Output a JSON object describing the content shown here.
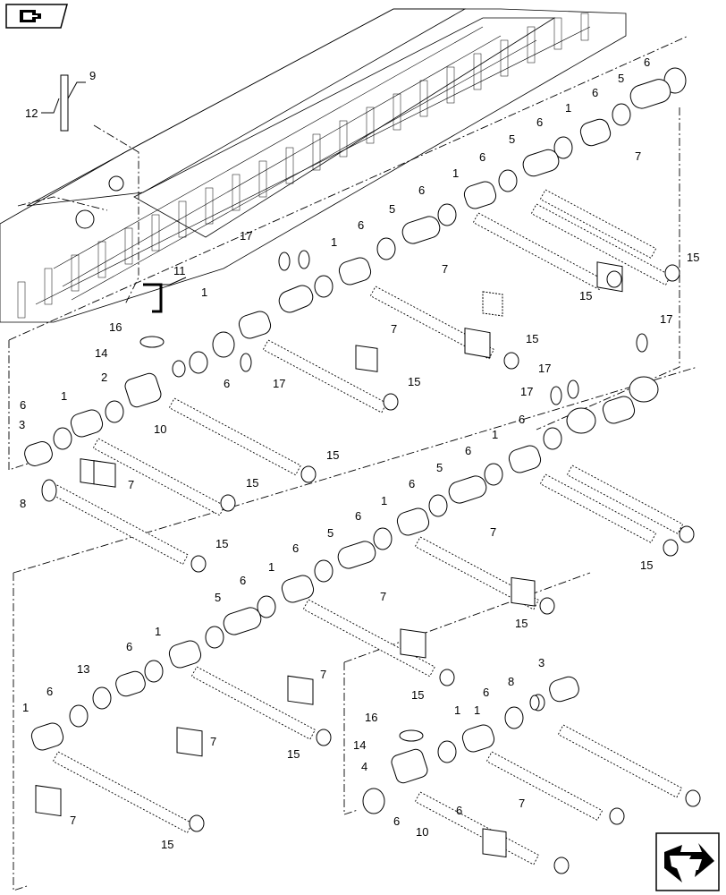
{
  "nav": {
    "top_icon": "book-page-icon",
    "bottom_icon": "next-page-arrow-icon"
  },
  "callouts": [
    {
      "id": "c9",
      "text": "9"
    },
    {
      "id": "c12",
      "text": "12"
    },
    {
      "id": "c11",
      "text": "11"
    },
    {
      "id": "c6a",
      "text": "6"
    },
    {
      "id": "c5a",
      "text": "5"
    },
    {
      "id": "c6b",
      "text": "6"
    },
    {
      "id": "c1a",
      "text": "1"
    },
    {
      "id": "c7a",
      "text": "7"
    },
    {
      "id": "c6c",
      "text": "6"
    },
    {
      "id": "c5b",
      "text": "5"
    },
    {
      "id": "c6d",
      "text": "6"
    },
    {
      "id": "c1b",
      "text": "1"
    },
    {
      "id": "c6e",
      "text": "6"
    },
    {
      "id": "c5c",
      "text": "5"
    },
    {
      "id": "c6f",
      "text": "6"
    },
    {
      "id": "c1c",
      "text": "1"
    },
    {
      "id": "c17a",
      "text": "17"
    },
    {
      "id": "c7b",
      "text": "7"
    },
    {
      "id": "c15a",
      "text": "15"
    },
    {
      "id": "c15b",
      "text": "15"
    },
    {
      "id": "c1d",
      "text": "1"
    },
    {
      "id": "c7c",
      "text": "7"
    },
    {
      "id": "c16a",
      "text": "16"
    },
    {
      "id": "c14a",
      "text": "14"
    },
    {
      "id": "c2",
      "text": "2"
    },
    {
      "id": "c6g",
      "text": "6"
    },
    {
      "id": "c17b",
      "text": "17"
    },
    {
      "id": "c15c",
      "text": "15"
    },
    {
      "id": "c17c",
      "text": "17"
    },
    {
      "id": "c17d",
      "text": "17"
    },
    {
      "id": "c17e",
      "text": "17"
    },
    {
      "id": "c10a",
      "text": "10"
    },
    {
      "id": "c6h",
      "text": "6"
    },
    {
      "id": "c1e",
      "text": "1"
    },
    {
      "id": "c3a",
      "text": "3"
    },
    {
      "id": "c15d",
      "text": "15"
    },
    {
      "id": "c7d",
      "text": "7"
    },
    {
      "id": "c15e",
      "text": "15"
    },
    {
      "id": "c8a",
      "text": "8"
    },
    {
      "id": "c6i",
      "text": "6"
    },
    {
      "id": "c1f",
      "text": "1"
    },
    {
      "id": "c6j",
      "text": "6"
    },
    {
      "id": "c5d",
      "text": "5"
    },
    {
      "id": "c6k",
      "text": "6"
    },
    {
      "id": "c1g",
      "text": "1"
    },
    {
      "id": "c7e",
      "text": "7"
    },
    {
      "id": "c15f",
      "text": "15"
    },
    {
      "id": "c15g",
      "text": "15"
    },
    {
      "id": "c6l",
      "text": "6"
    },
    {
      "id": "c5e",
      "text": "5"
    },
    {
      "id": "c1h",
      "text": "1"
    },
    {
      "id": "c6m",
      "text": "6"
    },
    {
      "id": "c7f",
      "text": "7"
    },
    {
      "id": "c15h",
      "text": "15"
    },
    {
      "id": "c5f",
      "text": "5"
    },
    {
      "id": "c6n",
      "text": "6"
    },
    {
      "id": "c1i",
      "text": "1"
    },
    {
      "id": "c7g",
      "text": "7"
    },
    {
      "id": "c6o",
      "text": "6"
    },
    {
      "id": "c13",
      "text": "13"
    },
    {
      "id": "c1j",
      "text": "1"
    },
    {
      "id": "c15i",
      "text": "15"
    },
    {
      "id": "c6p",
      "text": "6"
    },
    {
      "id": "c7h",
      "text": "7"
    },
    {
      "id": "c15j",
      "text": "15"
    },
    {
      "id": "c1k",
      "text": "1"
    },
    {
      "id": "c6q",
      "text": "6"
    },
    {
      "id": "c7i",
      "text": "7"
    },
    {
      "id": "c15k",
      "text": "15"
    },
    {
      "id": "c3b",
      "text": "3"
    },
    {
      "id": "c8b",
      "text": "8"
    },
    {
      "id": "c6r",
      "text": "6"
    },
    {
      "id": "c1l",
      "text": "1"
    },
    {
      "id": "c16b",
      "text": "16"
    },
    {
      "id": "c14b",
      "text": "14"
    },
    {
      "id": "c4",
      "text": "4"
    },
    {
      "id": "c7j",
      "text": "7"
    },
    {
      "id": "c6s",
      "text": "6"
    },
    {
      "id": "c10b",
      "text": "10"
    },
    {
      "id": "c15l",
      "text": "15"
    }
  ]
}
